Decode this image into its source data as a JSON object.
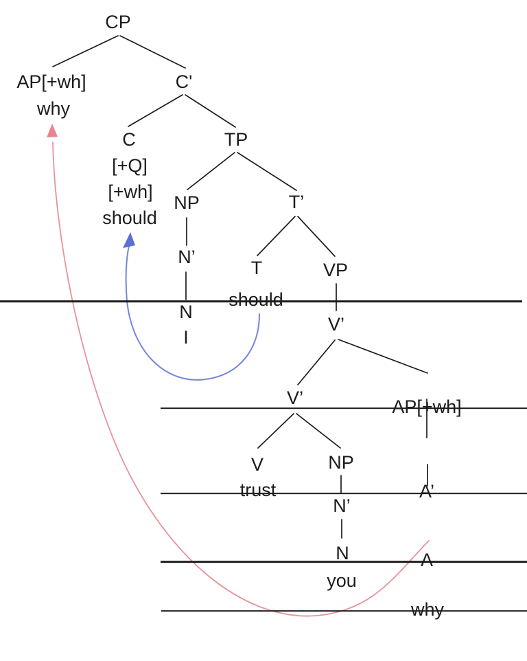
{
  "tree": {
    "nodes": {
      "cp": {
        "label": "CP"
      },
      "ap_spec": {
        "label": "AP[+wh]"
      },
      "why_spec": {
        "label": "why"
      },
      "c_bar": {
        "label": "C'"
      },
      "c": {
        "label": "C"
      },
      "c_feat_q": {
        "label": "[+Q]"
      },
      "c_feat_wh": {
        "label": "[+wh]"
      },
      "c_word": {
        "label": "should"
      },
      "tp": {
        "label": "TP"
      },
      "np_subj": {
        "label": "NP"
      },
      "n_bar_subj": {
        "label": "N’"
      },
      "n_subj": {
        "label": "N"
      },
      "subj_word": {
        "label": "I"
      },
      "t_bar": {
        "label": "T’"
      },
      "t": {
        "label": "T"
      },
      "t_trace": {
        "label": "should"
      },
      "vp": {
        "label": "VP"
      },
      "v_bar_upper": {
        "label": "V’"
      },
      "v_bar_lower": {
        "label": "V’"
      },
      "ap_trace": {
        "label": "AP[+wh]"
      },
      "a_bar_trace": {
        "label": "A’"
      },
      "a_trace": {
        "label": "A"
      },
      "why_trace": {
        "label": "why"
      },
      "v": {
        "label": "V"
      },
      "v_word": {
        "label": "trust"
      },
      "np_obj": {
        "label": "NP"
      },
      "n_bar_obj": {
        "label": "N’"
      },
      "n_obj": {
        "label": "N"
      },
      "obj_word": {
        "label": "you"
      }
    }
  },
  "colors": {
    "text": "#1c1c1c",
    "tree_line": "#1c1c1c",
    "blue_arrow_stroke": "#7486dd",
    "blue_arrow_fill": "#5a70d4",
    "red_arrow_stroke": "#e8929b",
    "red_arrow_fill": "#e8858f",
    "background": "#ffffff"
  }
}
